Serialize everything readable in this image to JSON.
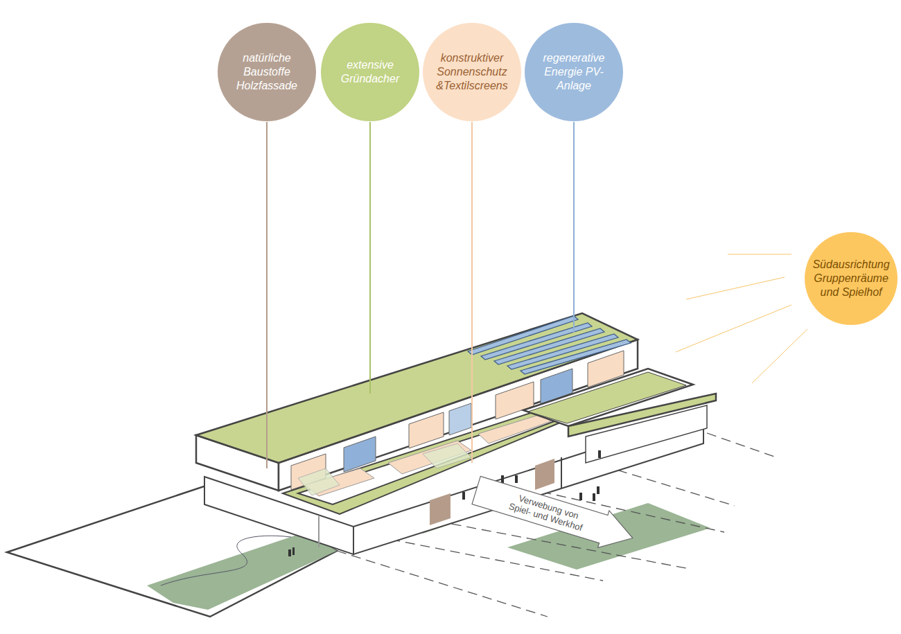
{
  "diagram": {
    "nodes": [
      {
        "text": [
          "natürliche Baustoffe Holzfassade"
        ]
      },
      {
        "text": [
          "extensive Gründacher"
        ]
      },
      {
        "text": [
          "konstruktiver Sonnenschutz &Textilscreens"
        ]
      },
      {
        "text": [
          "regenerative Energie PV-Anlage"
        ]
      },
      {
        "text": [
          "Südausrichtung Gruppenräume und Spielhof"
        ]
      },
      {
        "text": [
          "Verwebung von Spiel- und Werkhof"
        ]
      }
    ]
  }
}
